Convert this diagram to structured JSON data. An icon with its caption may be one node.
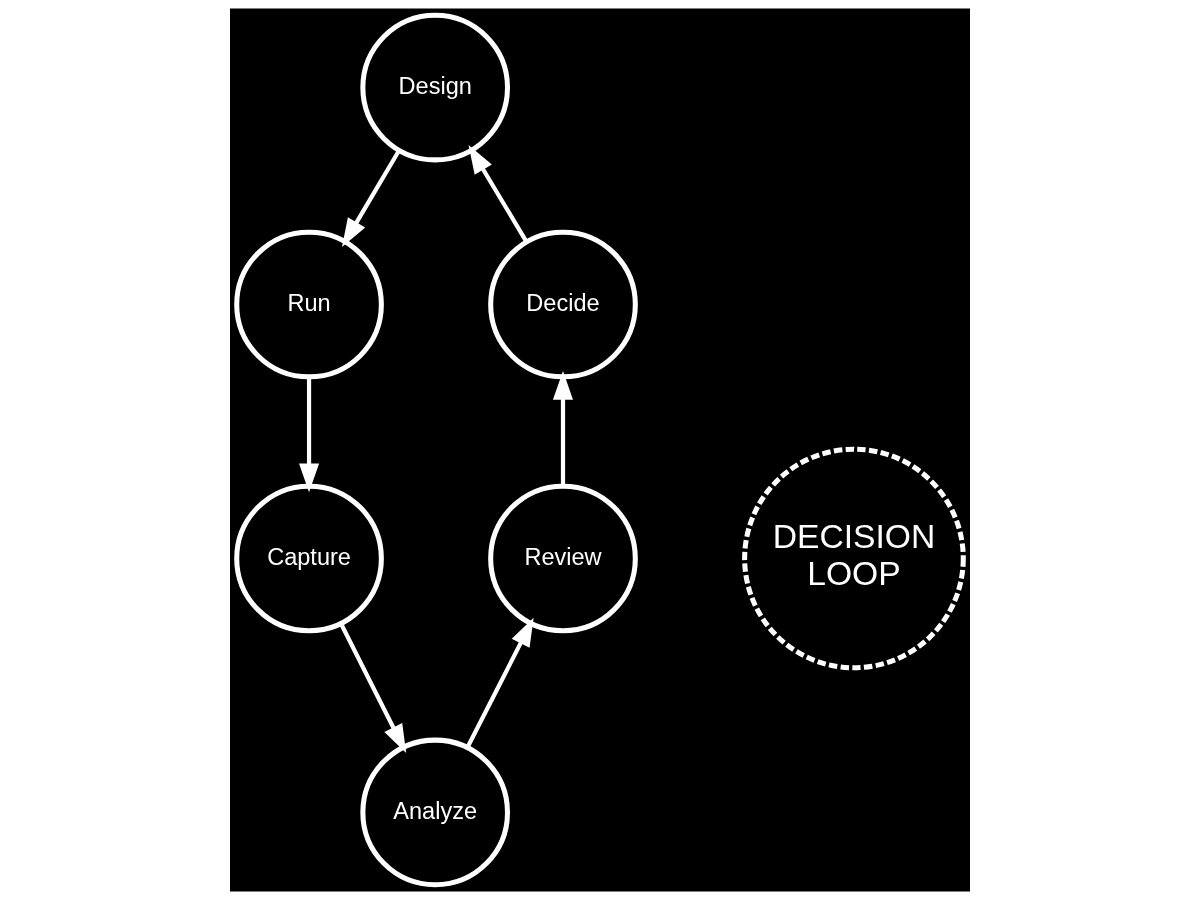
{
  "diagram": {
    "nodes": [
      {
        "text": [
          "Design"
        ]
      },
      {
        "text": [
          "Run"
        ]
      },
      {
        "text": [
          "Capture"
        ]
      },
      {
        "text": [
          "Analyze"
        ]
      },
      {
        "text": [
          "Review"
        ]
      },
      {
        "text": [
          "Decide"
        ]
      },
      {
        "text": [
          "DECISION LOOP"
        ]
      }
    ],
    "edges": [
      {
        "from": 0,
        "to": 1,
        "arrow": "to"
      },
      {
        "from": 1,
        "to": 2,
        "arrow": "to"
      },
      {
        "from": 2,
        "to": 3,
        "arrow": "to"
      },
      {
        "from": 3,
        "to": 4,
        "arrow": "to"
      },
      {
        "from": 4,
        "to": 5,
        "arrow": "to"
      },
      {
        "from": 5,
        "to": 0,
        "arrow": "to"
      }
    ]
  }
}
